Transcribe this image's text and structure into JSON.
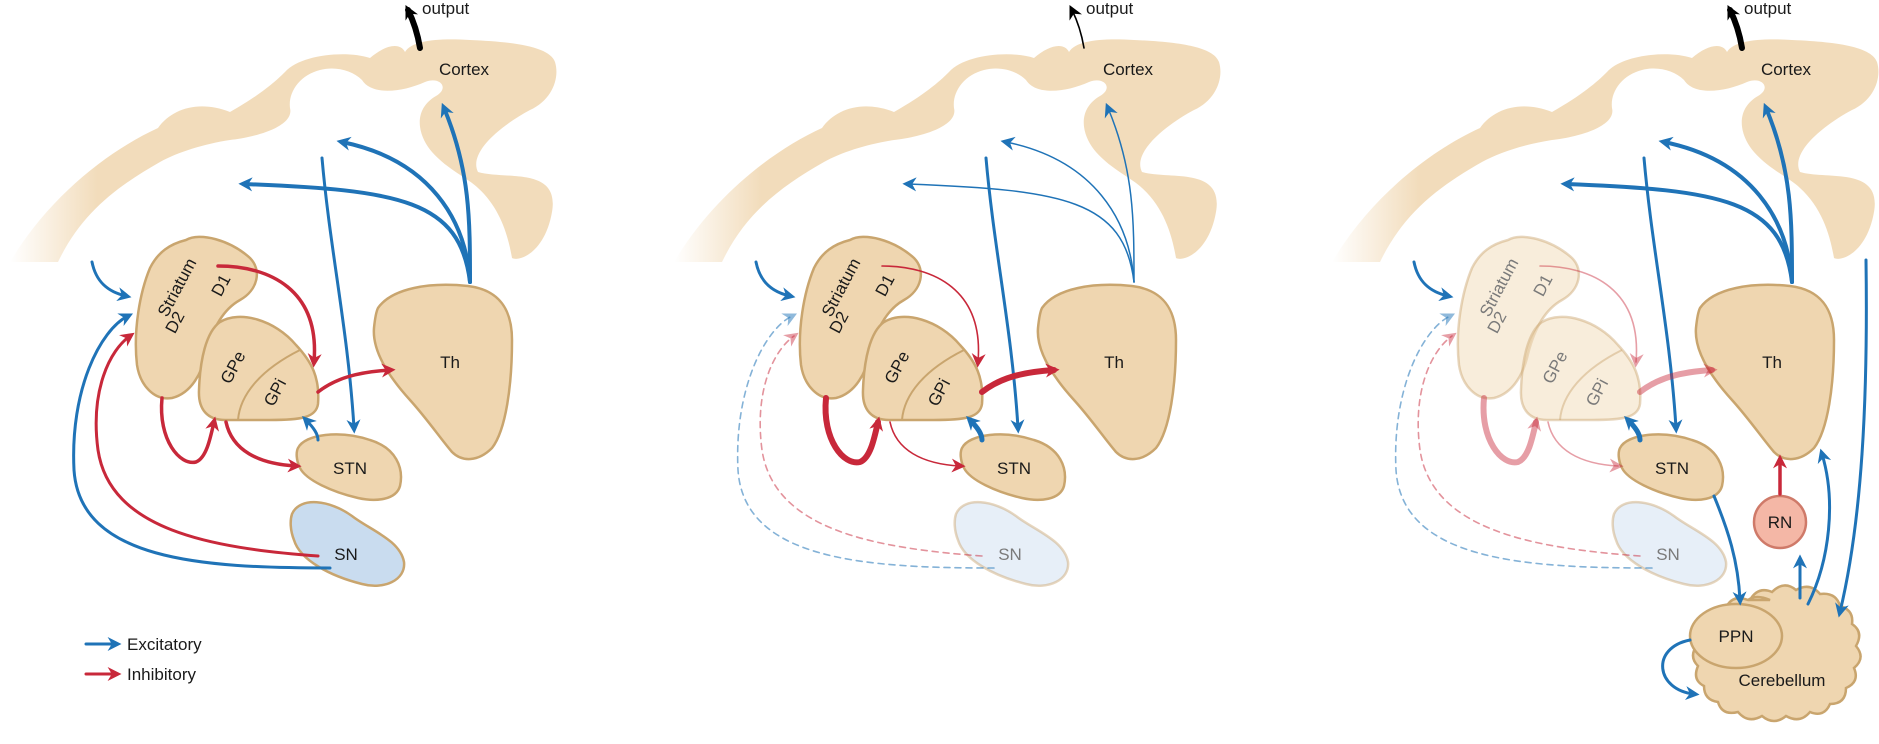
{
  "labels": {
    "output": "output",
    "cortex": "Cortex",
    "striatum": "Striatum",
    "d2": "D2",
    "d1": "D1",
    "gpe": "GPe",
    "gpi": "GPi",
    "thalamus": "Th",
    "stn": "STN",
    "sn": "SN",
    "rn": "RN",
    "ppn": "PPN",
    "cerebellum": "Cerebellum"
  },
  "legend": {
    "excitatory": "Excitatory",
    "inhibitory": "Inhibitory"
  },
  "colors": {
    "excitatory": "#1f73b7",
    "inhibitory": "#c8283a",
    "output": "#000000",
    "nucleus_fill": "#efd6b0",
    "nucleus_stroke": "#c9a56e",
    "cortex_fill": "#f2dcbb",
    "sn_fill": "#c9dcef",
    "sn_stroke": "#c9a56e",
    "rn_fill": "#f4b7a6",
    "rn_stroke": "#cf7a69"
  }
}
